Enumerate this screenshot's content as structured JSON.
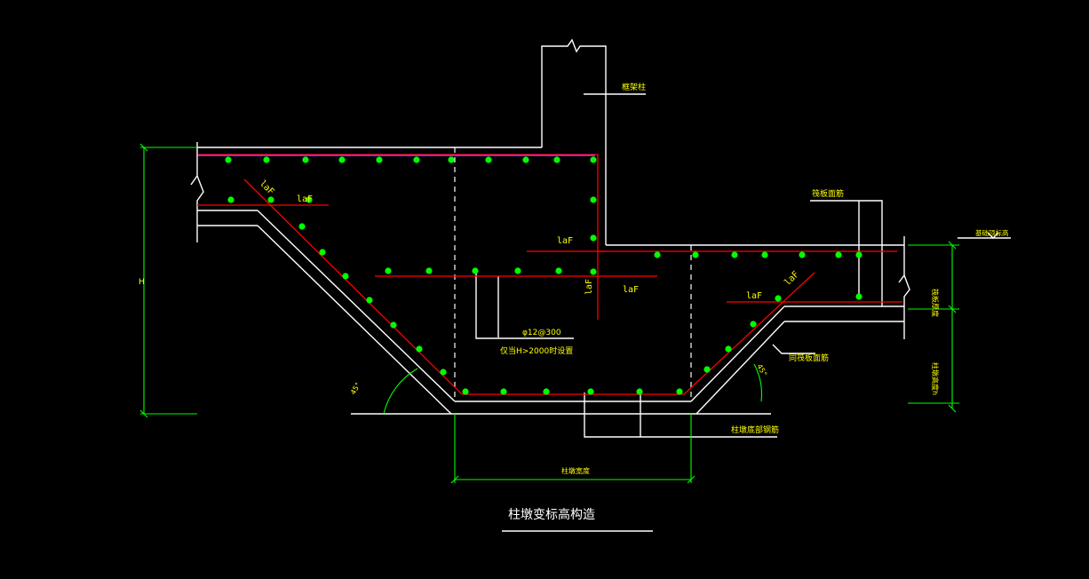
{
  "labels": {
    "column_name": "框架柱",
    "raft_top_bars": "筏板面筋",
    "elev_note": "基础顶标高",
    "raft_thk": "筏板厚度",
    "pier_height": "柱墩高度h",
    "raft_bottom_bars": "同筏板面筋",
    "pier_bottom_bars": "柱墩底部钢筋",
    "pier_width": "柱墩宽度",
    "stirrup": "φ12@300",
    "stirrup_note": "仅当H>2000时设置",
    "height_mark": "H",
    "angle_left": "45°",
    "angle_right": "45°",
    "laf1": "laF",
    "laf2": "laF",
    "laf3": "laF",
    "laf4": "laF",
    "laf5": "laF",
    "laf6": "laF",
    "laf7": "laF",
    "title": "柱墩变标高构造"
  },
  "colors": {
    "background": "#000000",
    "outline": "#ffffff",
    "rebar": "#ff0000",
    "dots": "#00ff00",
    "dims": "#00ff00",
    "yellow_text": "#ffff00",
    "top_bar": "#cc44ff"
  }
}
